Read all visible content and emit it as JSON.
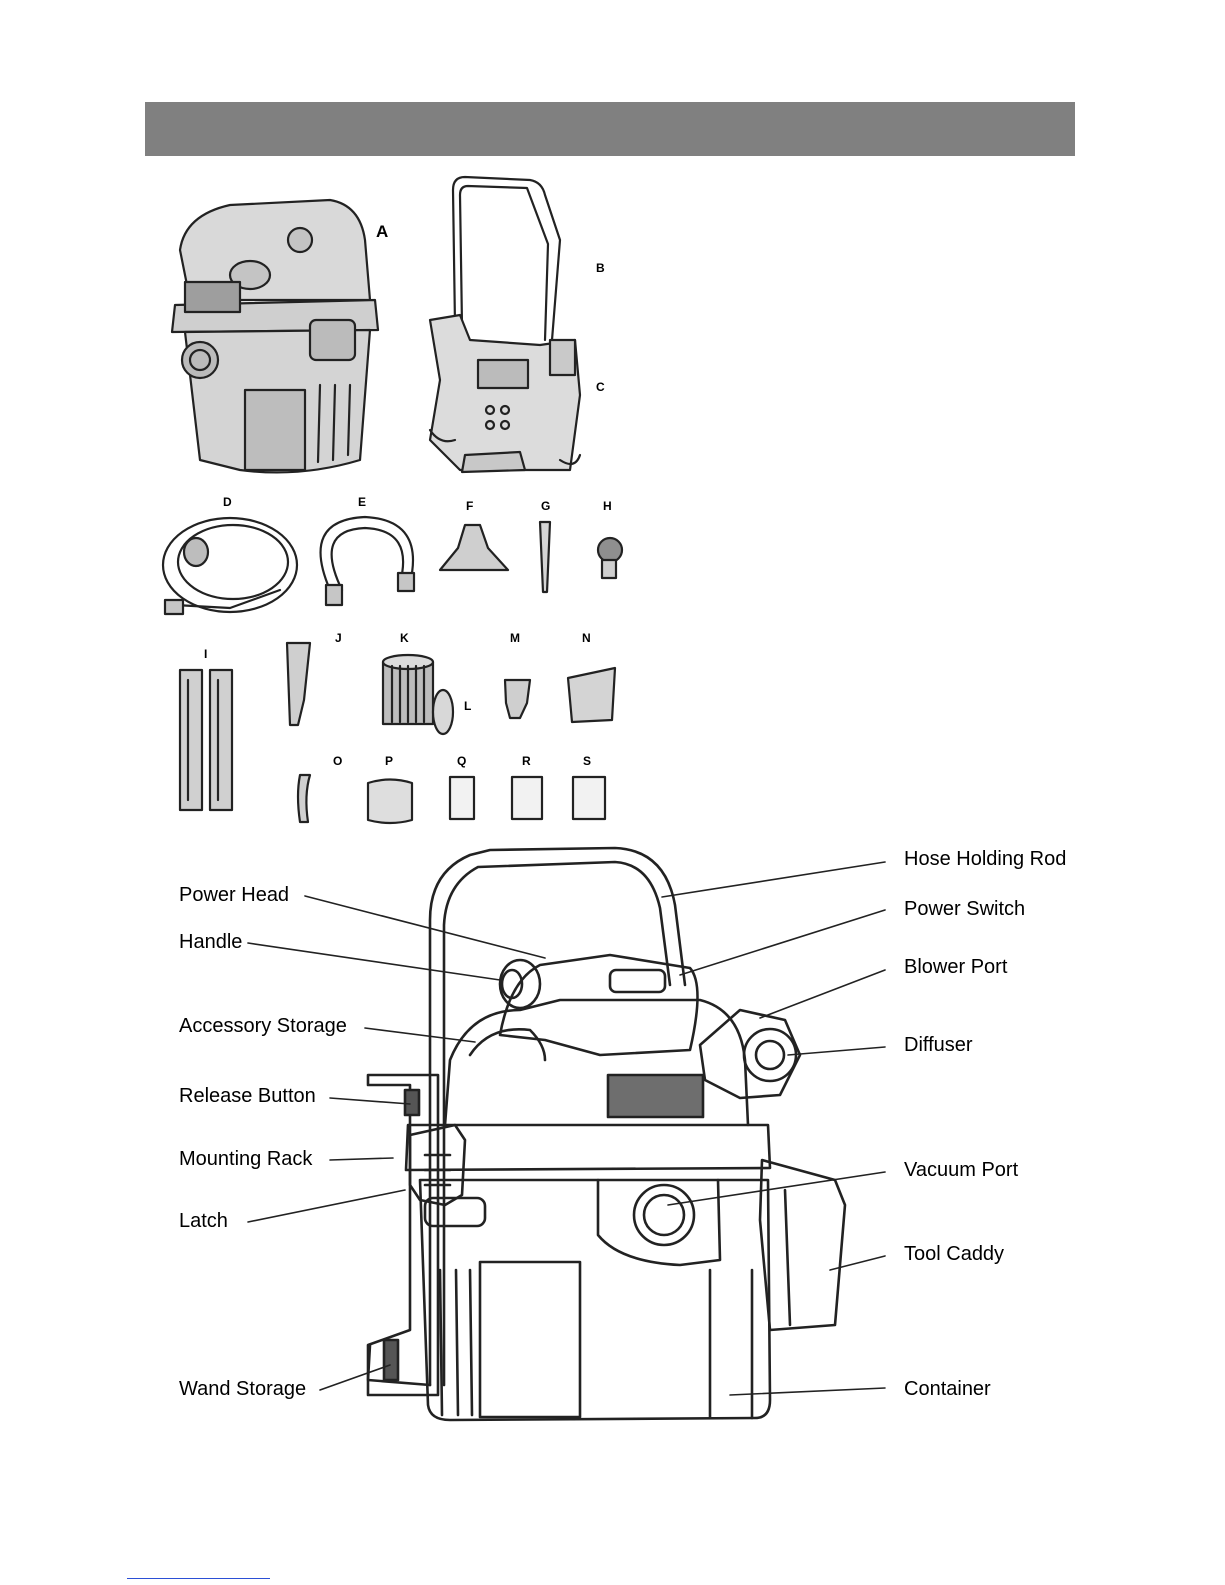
{
  "parts": {
    "A": "A",
    "B": "B",
    "C": "C",
    "D": "D",
    "E": "E",
    "F": "F",
    "G": "G",
    "H": "H",
    "I": "I",
    "J": "J",
    "K": "K",
    "L": "L",
    "M": "M",
    "N": "N",
    "O": "O",
    "P": "P",
    "Q": "Q",
    "R": "R",
    "S": "S"
  },
  "callouts": {
    "power_head": "Power Head",
    "handle": "Handle",
    "accessory_storage": "Accessory Storage",
    "release_button": "Release Button",
    "mounting_rack": "Mounting Rack",
    "latch": "Latch",
    "wand_storage": "Wand Storage",
    "hose_holding_rod": "Hose Holding Rod",
    "power_switch": "Power Switch",
    "blower_port": "Blower Port",
    "diffuser": "Diffuser",
    "vacuum_port": "Vacuum Port",
    "tool_caddy": "Tool Caddy",
    "container": "Container"
  },
  "colors": {
    "header_bar": "#808080",
    "footer_rule": "#2b4fd6",
    "line_art": "#222222"
  }
}
